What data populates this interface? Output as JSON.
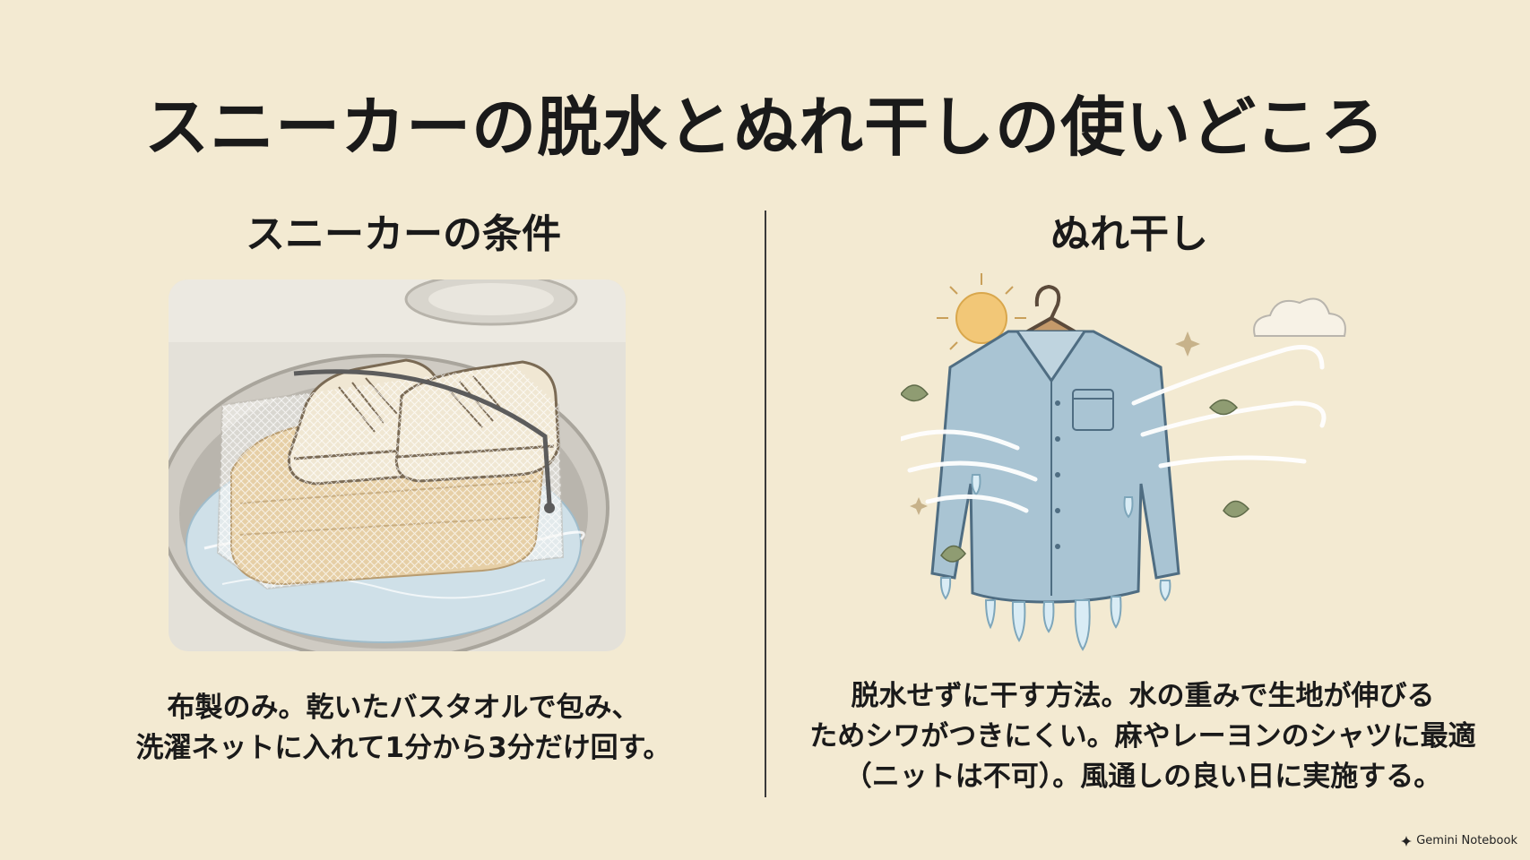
{
  "title": "スニーカーの脱水とぬれ干しの使いどころ",
  "left": {
    "heading": "スニーカーの条件",
    "description": [
      "布製のみ。乾いたバスタオルで包み、",
      "洗濯ネットに入れて1分から3分だけ回す。"
    ]
  },
  "right": {
    "heading": "ぬれ干し",
    "description": [
      "脱水せずに干す方法。水の重みで生地が伸びる",
      "ためシワがつきにくい。麻やレーヨンのシャツに最適",
      "（ニットは不可）。風通しの良い日に実施する。"
    ]
  },
  "brand": "Gemini Notebook",
  "colors": {
    "background": "#f3ead2",
    "text": "#1a1a1a",
    "shirt": "#a9c4d3",
    "water": "#cfe0e8",
    "sun": "#f2c777",
    "towel": "#e6cfa6"
  },
  "icons": [
    "washing-machine-illustration",
    "sneakers-icon",
    "laundry-net-icon",
    "sun-icon",
    "cloud-icon",
    "hanger-icon",
    "wet-shirt-icon",
    "wind-icon",
    "leaf-icon",
    "water-drop-icon",
    "sparkle-icon"
  ]
}
